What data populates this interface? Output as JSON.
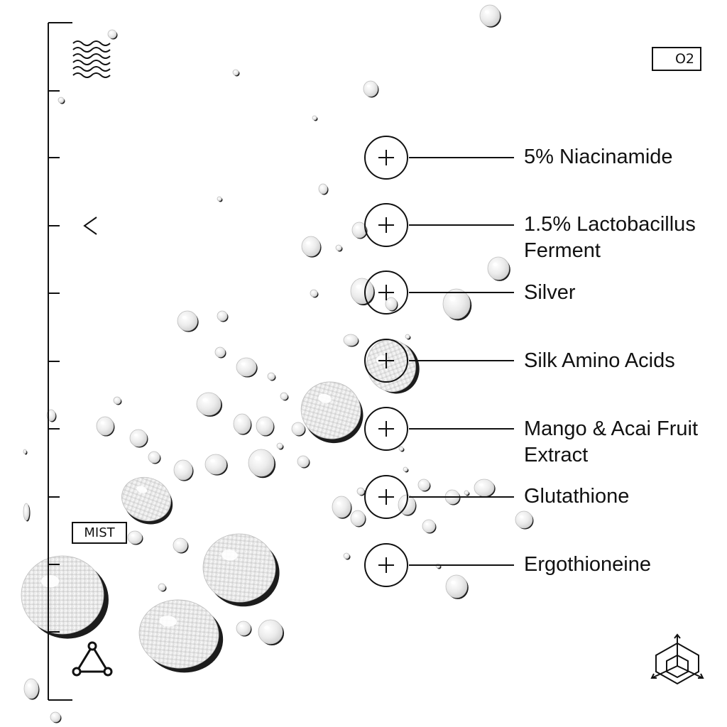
{
  "page_indicator": "O2",
  "mist_label": "MIST",
  "ingredients": [
    {
      "label": "5% Niacinamide"
    },
    {
      "label": "1.5% Lactobacillus\nFerment"
    },
    {
      "label": "Silver"
    },
    {
      "label": "Silk Amino Acids"
    },
    {
      "label": "Mango & Acai Fruit\nExtract"
    },
    {
      "label": "Glutathione"
    },
    {
      "label": "Ergothioneine"
    }
  ],
  "icons": {
    "top_left": "waves-icon",
    "back": "chevron-left-icon",
    "bottom_left": "triangle-nodes-icon",
    "bottom_right": "isometric-cube-icon"
  },
  "colors": {
    "line": "#111111",
    "drop_fill": "#e8e8e8",
    "drop_shadow": "#222222"
  }
}
